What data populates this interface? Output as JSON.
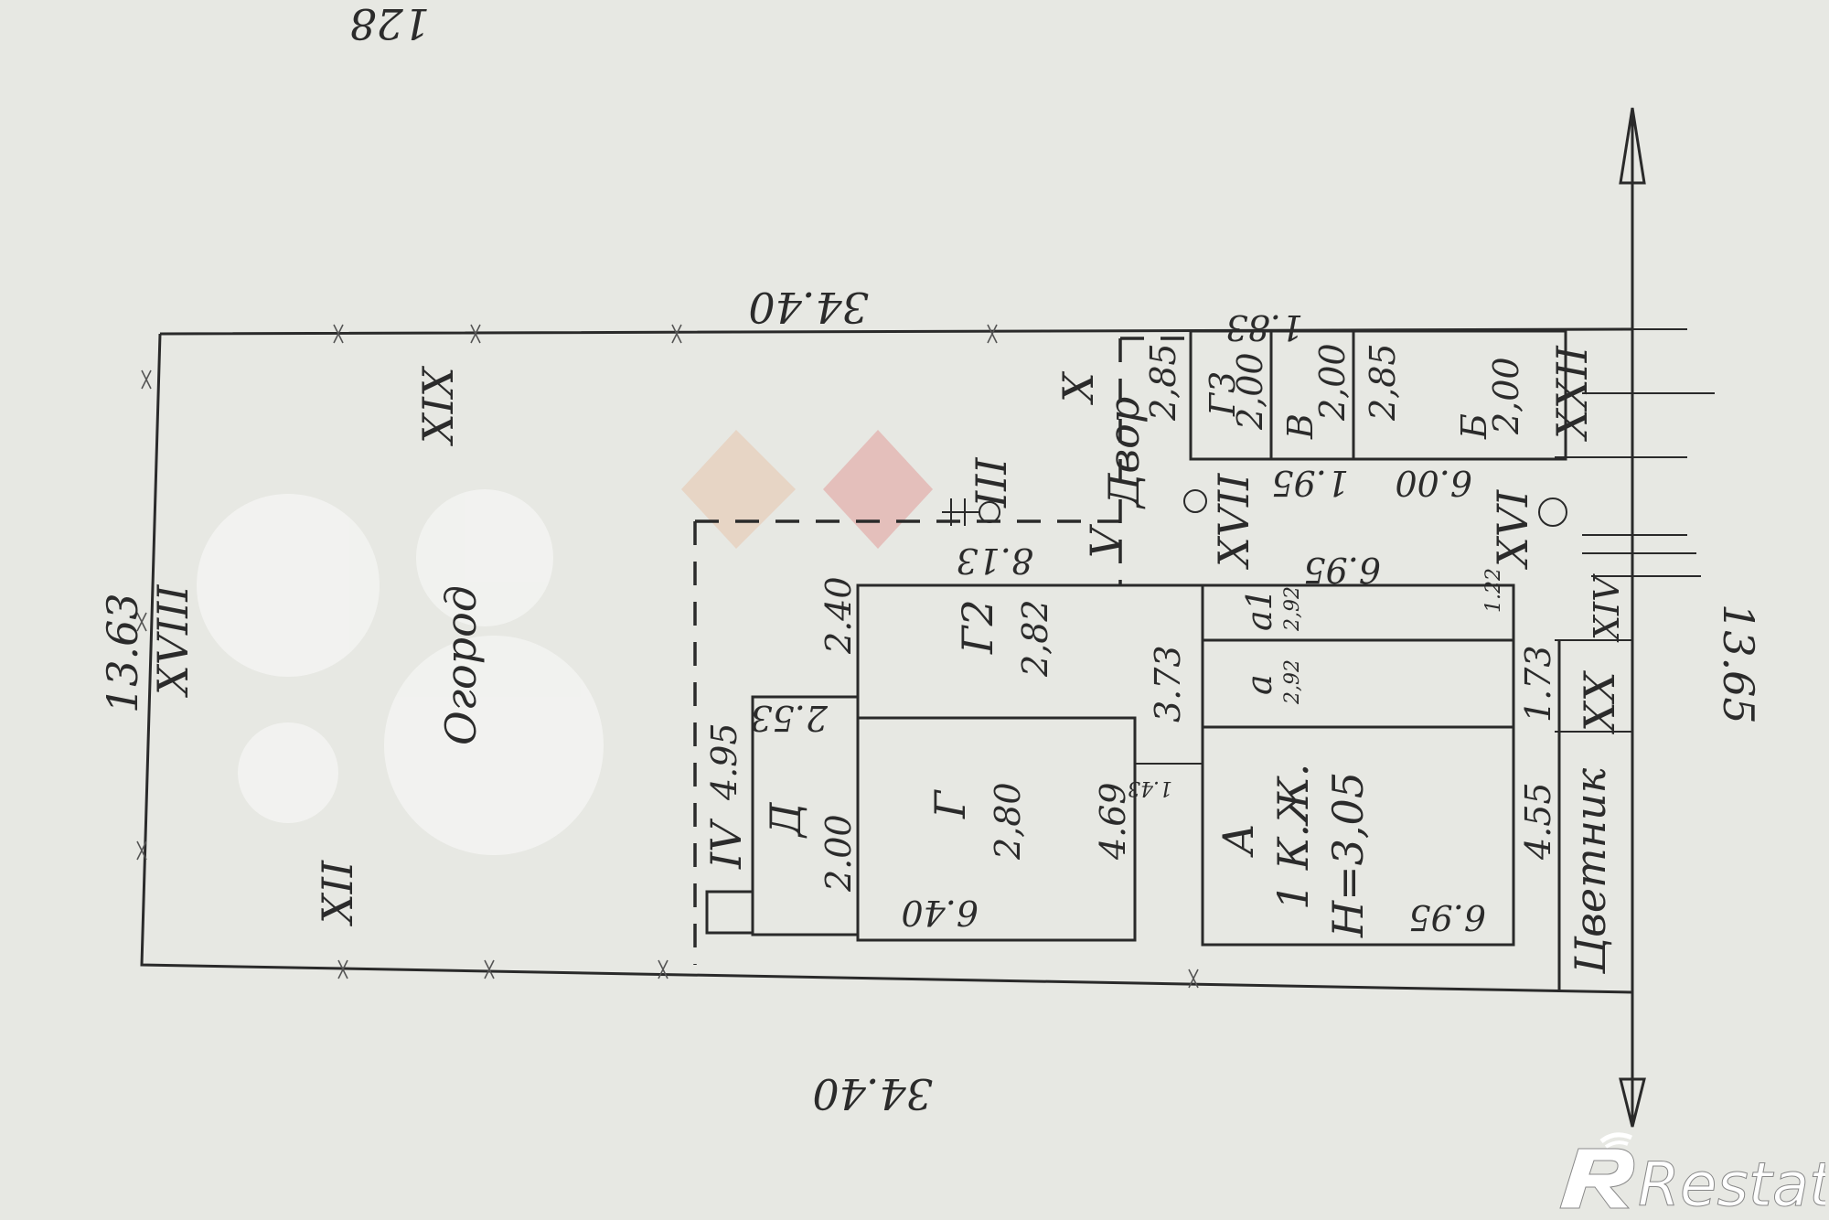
{
  "top_fragment": "128",
  "dims": {
    "top": "34.40",
    "bottom": "34.40",
    "left": "13.63",
    "right": "13.65",
    "room_G_top": "2.53",
    "room_G_width": "4.95",
    "room_G_depth": "2.00",
    "gamma_width": "4.69",
    "gamma_len": "6.40",
    "gamma_h": "2,80",
    "gamma2_w": "2.40",
    "gamma2_len": "8.13",
    "gamma2_h": "2,82",
    "gap": "3.73",
    "gap_small": "1.43",
    "main_len": "6.95",
    "main_len_bottom": "6.95",
    "main_w": "4.55",
    "main_w2": "1.73",
    "main_w3": "1.22",
    "a_h": "2,92",
    "a1_h": "2,92",
    "shed_len": "6.00",
    "shed_w": "1.95",
    "shed_top": "1.83",
    "g3_w": "2,85",
    "g3_h": "2,00",
    "v_h": "2,00",
    "b_w": "2,85",
    "b_h": "2,00"
  },
  "labels": {
    "garden": "Огород",
    "yard": "Двор",
    "flower_bed": "Цветник",
    "room_D": "Д",
    "room_G": "Г",
    "room_G2": "Г2",
    "room_G3": "Г3",
    "room_V": "В",
    "room_B": "Б",
    "room_A": "А",
    "room_a": "а",
    "room_a1": "а1",
    "main_desc": "1 К.Ж.",
    "main_height": "Н=3,05"
  },
  "markers": {
    "m3": "III",
    "m4": "IV",
    "m5": "V",
    "m10": "X",
    "m12": "XII",
    "m14": "XIV",
    "m16": "XVI",
    "m17": "XVII",
    "m18": "XVIII",
    "m19": "XIX",
    "m20": "XX",
    "m22": "XXII"
  },
  "watermark": "Restate"
}
